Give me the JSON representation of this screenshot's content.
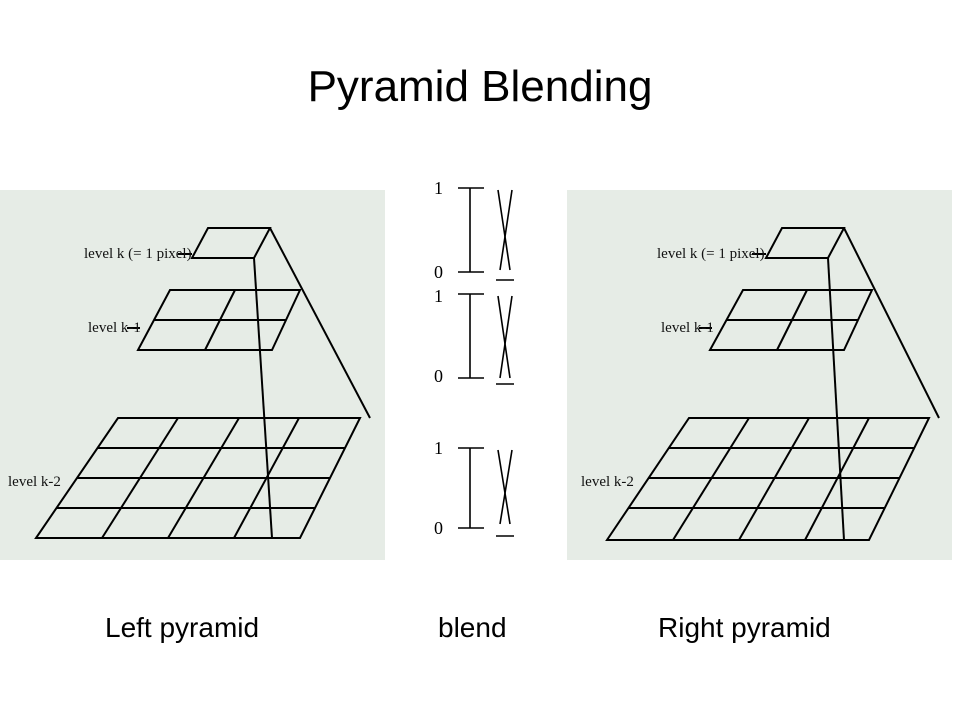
{
  "title": "Pyramid Blending",
  "left_panel": {
    "labels": [
      "level k (= 1 pixel)",
      "level k-1",
      "level k-2"
    ],
    "background": "#e6ece6"
  },
  "right_panel": {
    "labels": [
      "level k (= 1 pixel)",
      "level k-1",
      "level k-2"
    ],
    "background": "#e6ece6"
  },
  "blend": {
    "groups": [
      {
        "top": "1",
        "bottom": "0"
      },
      {
        "top": "1",
        "bottom": "0"
      },
      {
        "top": "1",
        "bottom": "0"
      }
    ]
  },
  "captions": {
    "left": "Left pyramid",
    "middle": "blend",
    "right": "Right pyramid"
  }
}
